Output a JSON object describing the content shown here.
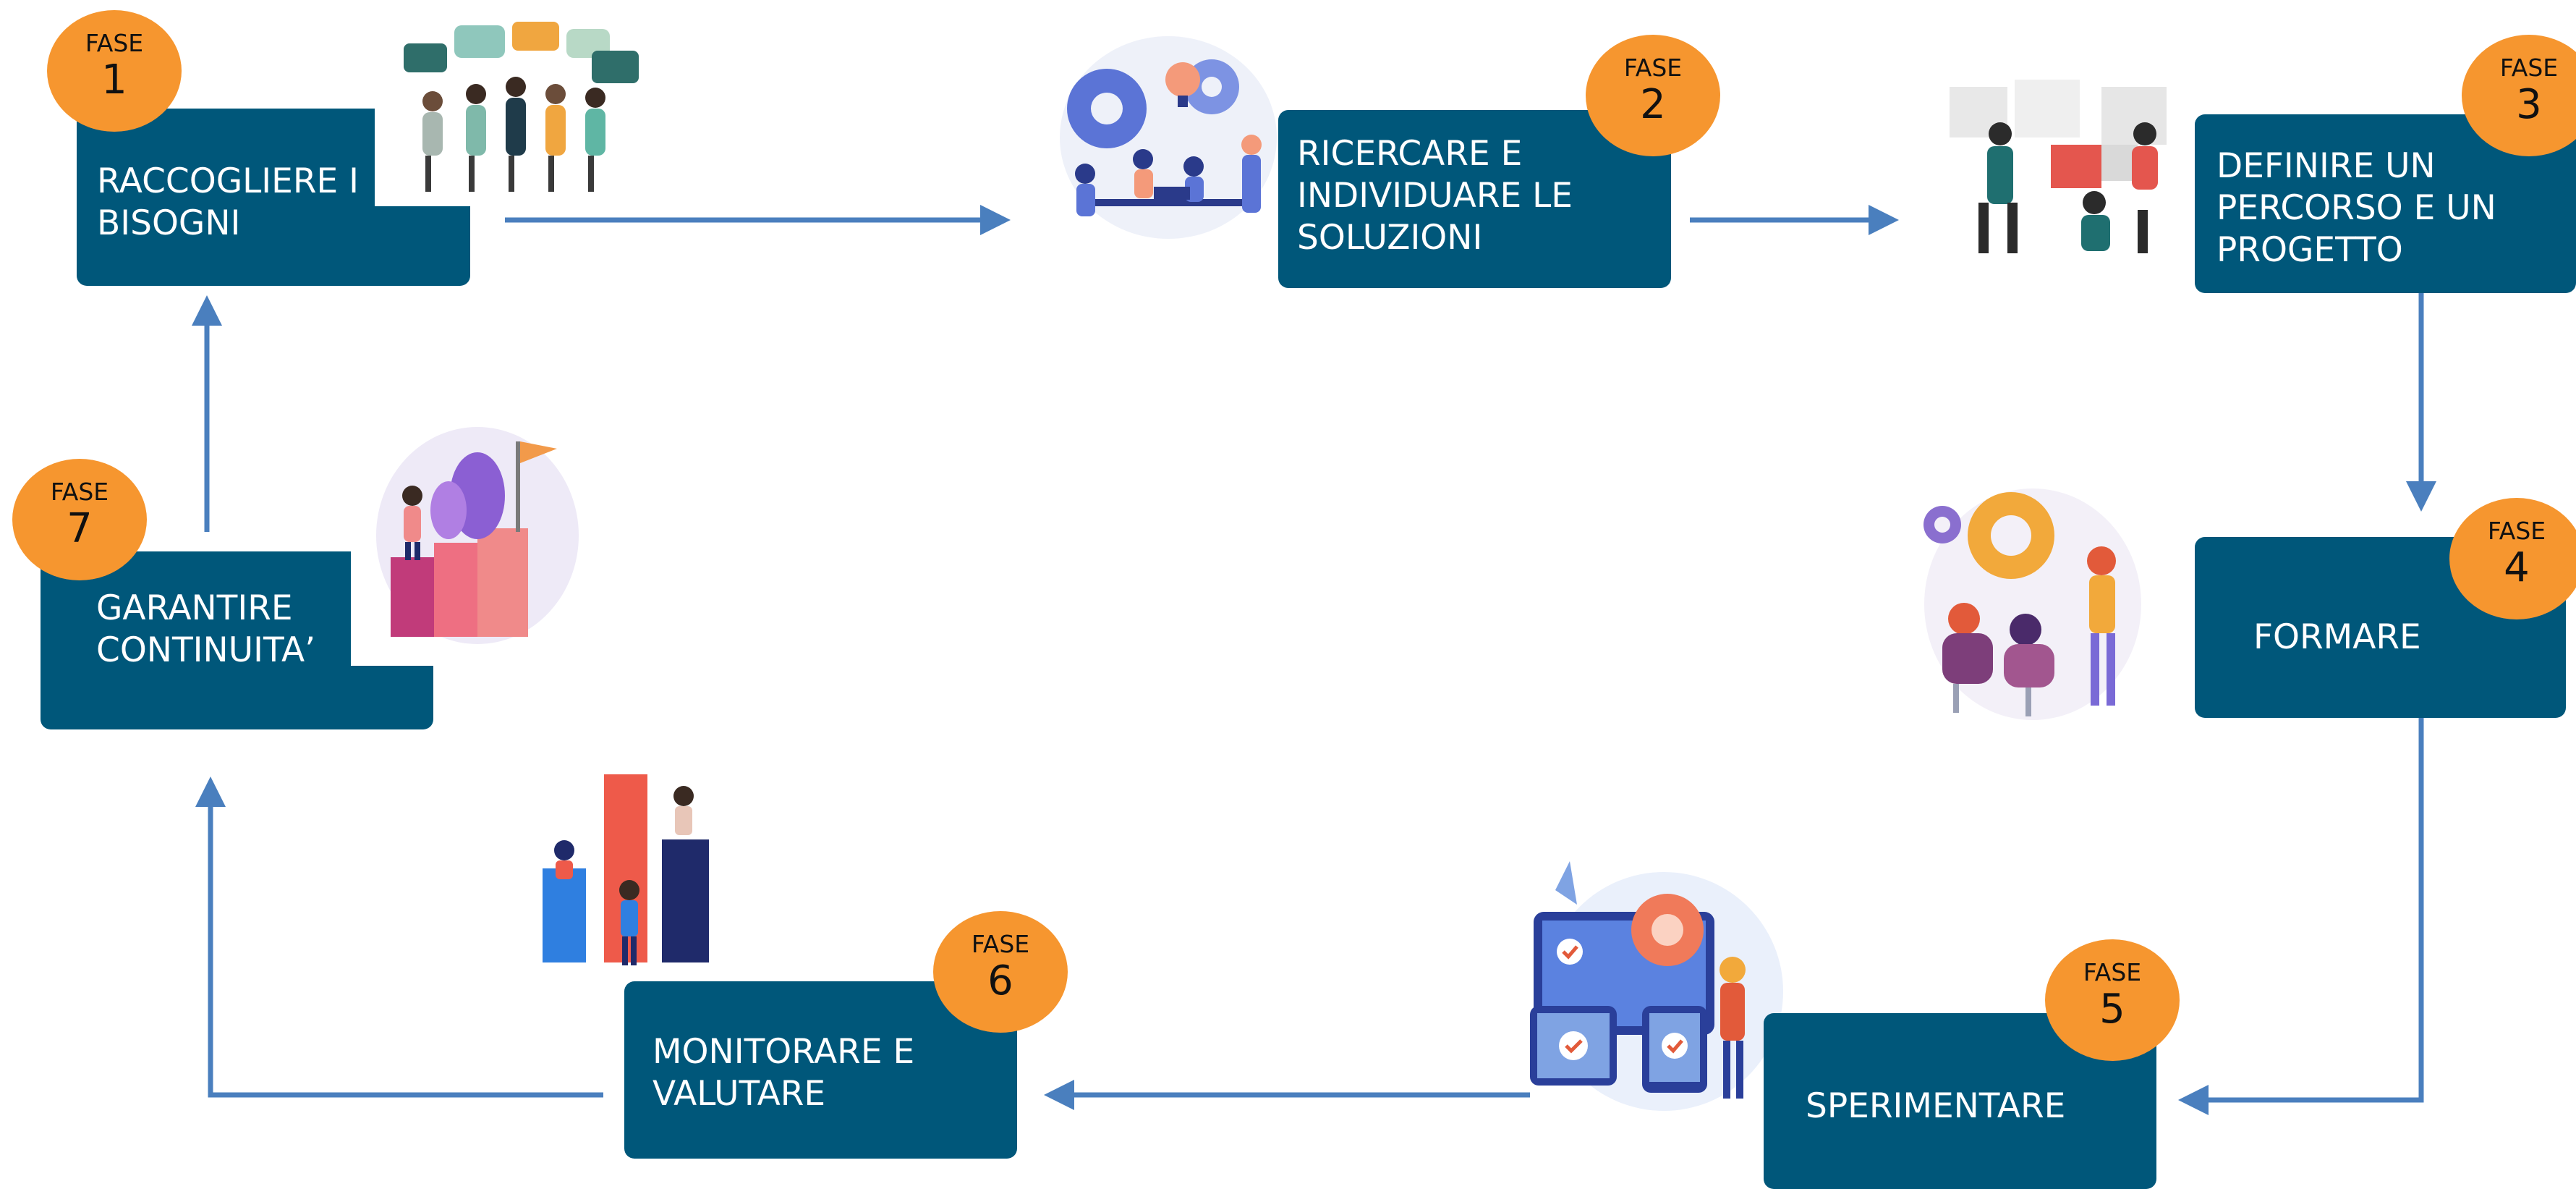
{
  "diagram": {
    "badge_word": "FASE",
    "colors": {
      "box": "#00577a",
      "badge": "#f6962f",
      "arrow": "#4a7fbe",
      "text": "#ffffff"
    },
    "phases": [
      {
        "number": "1",
        "label": "RACCOGLIERE I\nBISOGNI",
        "illustration": "people-with-speech-bubbles-illustration"
      },
      {
        "number": "2",
        "label": "RICERCARE E\nINDIVIDUARE LE\nSOLUZIONI",
        "illustration": "team-meeting-gears-lightbulb-illustration"
      },
      {
        "number": "3",
        "label": "DEFINIRE UN\nPERCORSO E UN\nPROGETTO",
        "illustration": "team-assembling-puzzle-illustration"
      },
      {
        "number": "4",
        "label": "FORMARE",
        "illustration": "training-session-gears-illustration"
      },
      {
        "number": "5",
        "label": "SPERIMENTARE",
        "illustration": "devices-checkmarks-illustration"
      },
      {
        "number": "6",
        "label": "MONITORARE E\nVALUTARE",
        "illustration": "people-on-bar-chart-illustration"
      },
      {
        "number": "7",
        "label": "GARANTIRE\nCONTINUITA’",
        "illustration": "climbing-to-flag-illustration"
      }
    ]
  }
}
